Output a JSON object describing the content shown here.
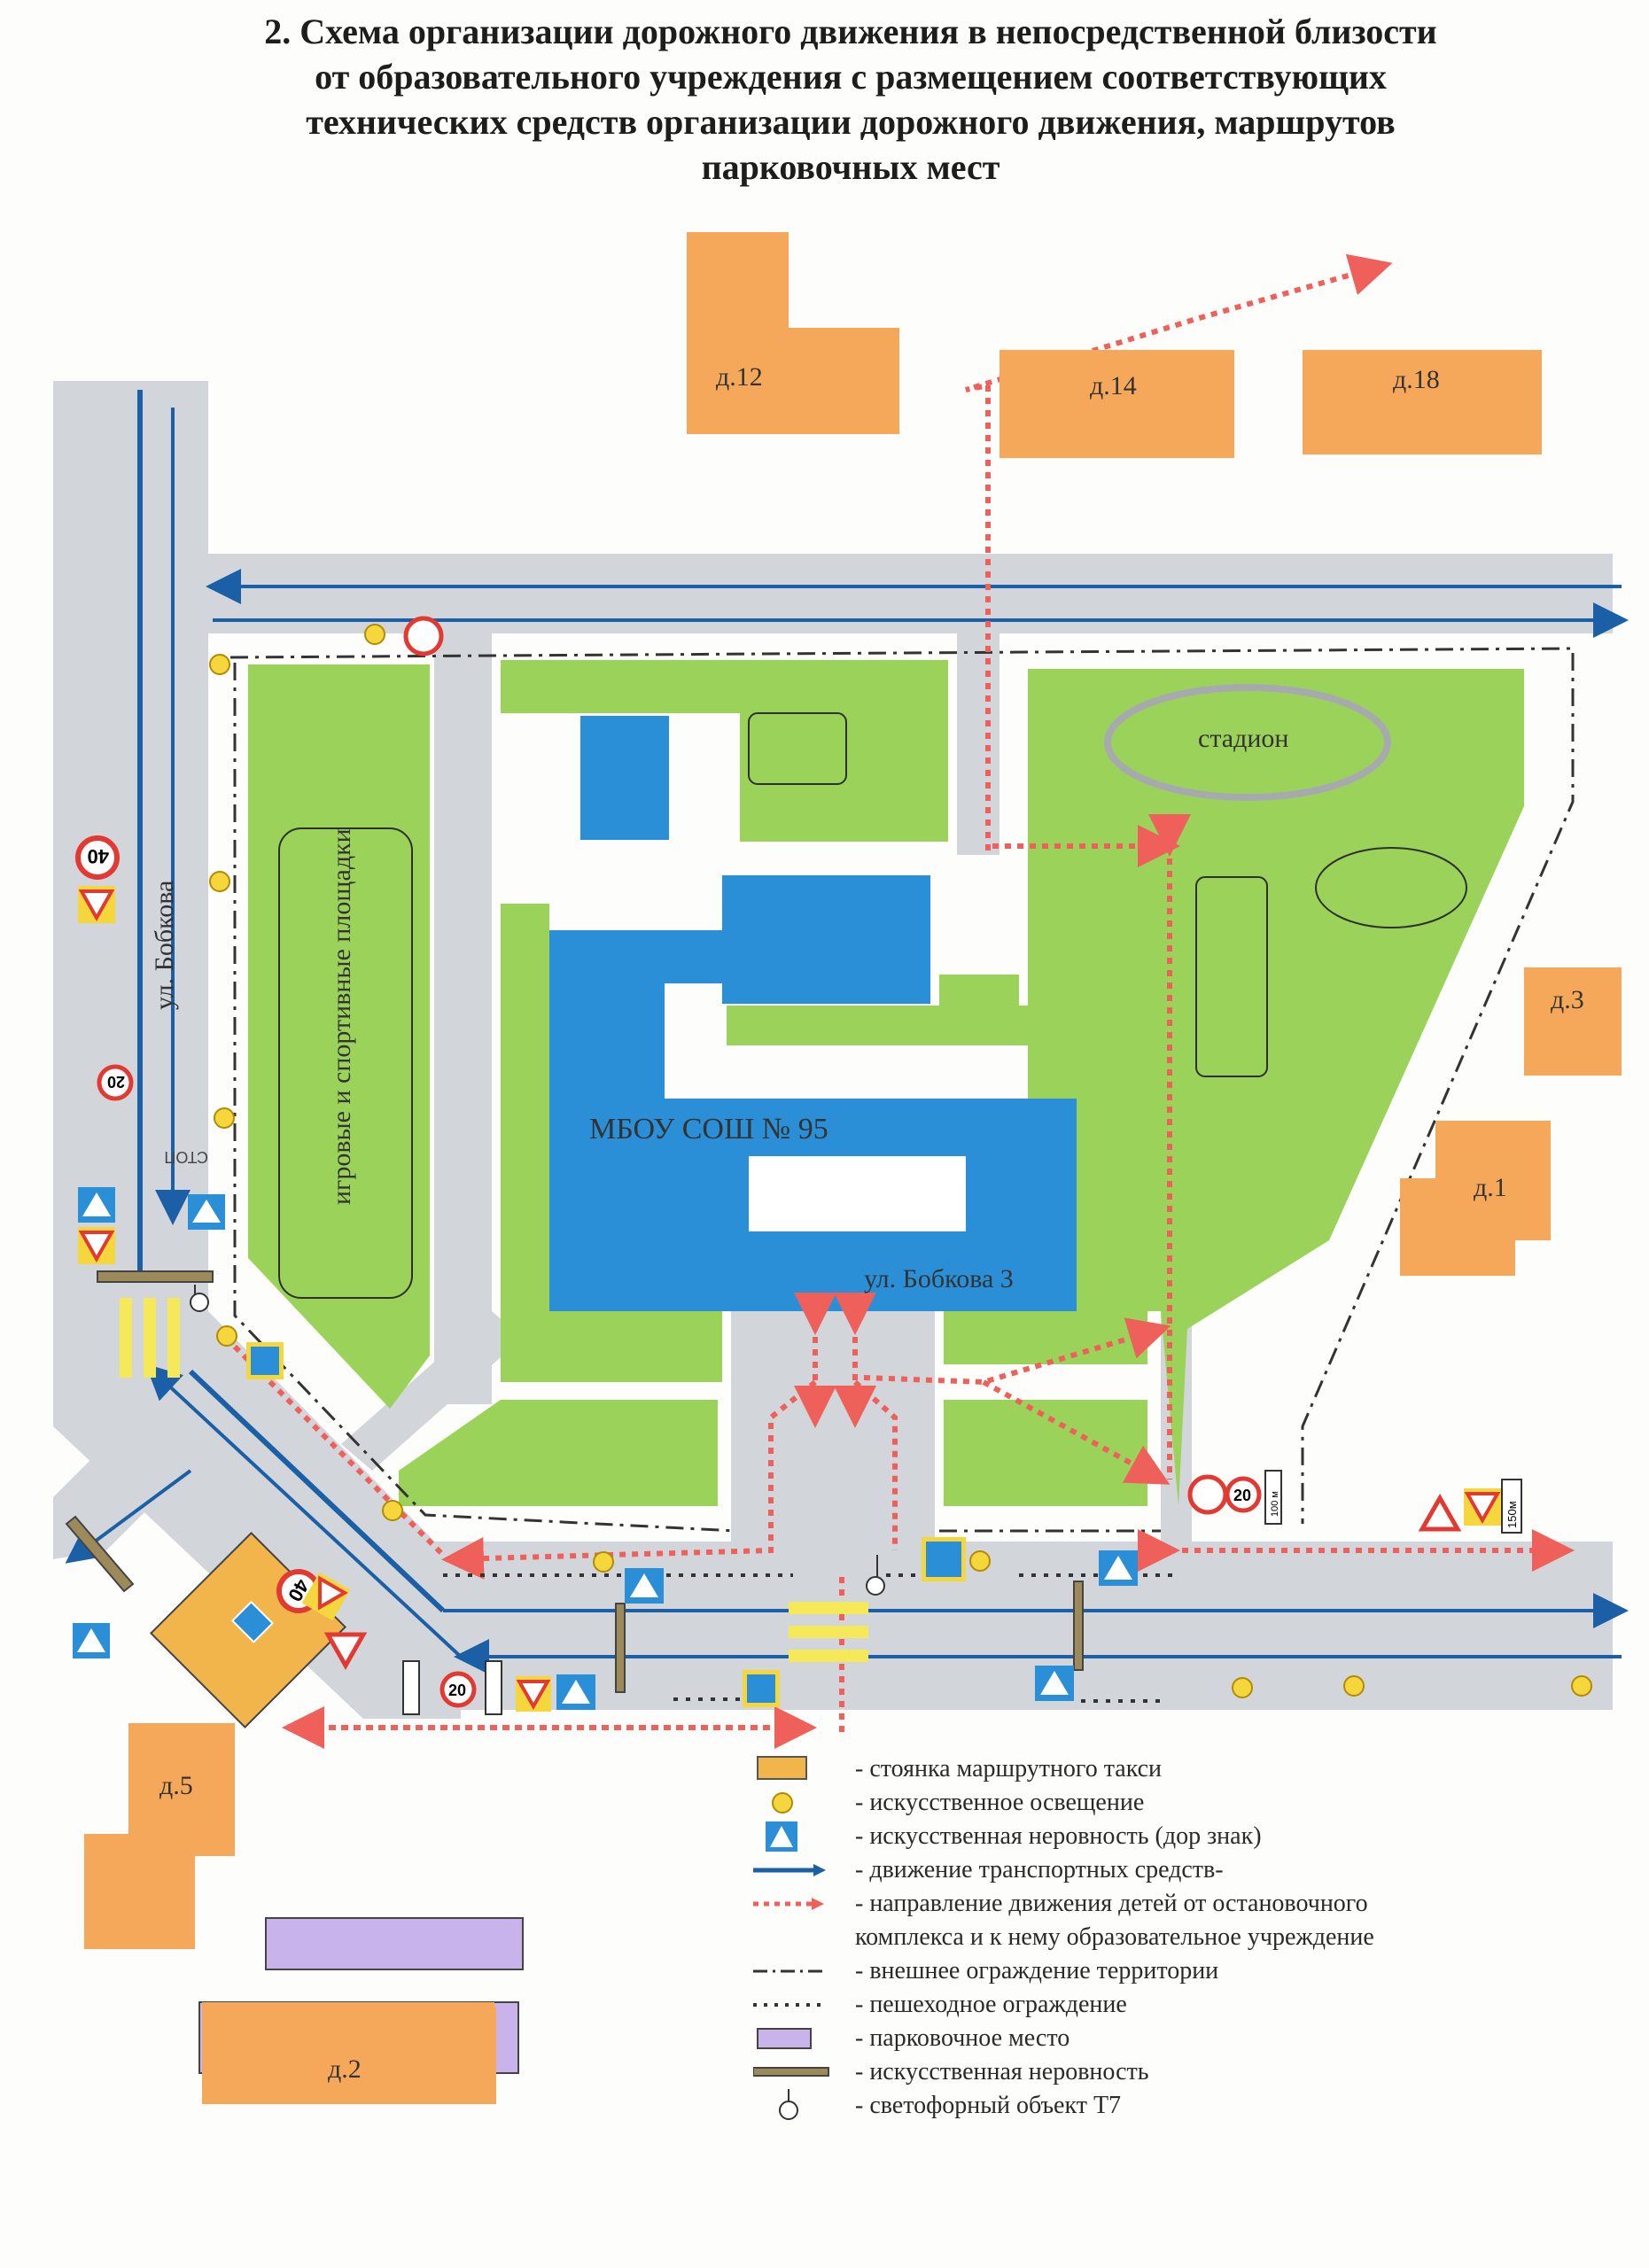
{
  "title": {
    "line1": "2. Схема организации дорожного движения в непосредственной близости",
    "line2": "от образовательного учреждения с размещением соответствующих",
    "line3": "технических средств организации дорожного движения, маршрутов",
    "line4": "парковочных мест"
  },
  "map": {
    "buildings": {
      "d12": "д.12",
      "d14": "д.14",
      "d18": "д.18",
      "d3": "д.3",
      "d1": "д.1",
      "d5": "д.5",
      "d2": "д.2"
    },
    "street_vertical": "ул. Бобкова",
    "playgrounds": "игровые и спортивные площадки",
    "stadium": "стадион",
    "school": "МБОУ СОШ № 95",
    "school_address": "ул. Бобкова 3",
    "signs": {
      "speed_40": "40",
      "speed_20": "20",
      "stop": "СТОП",
      "distance_100": "100 м",
      "distance_150": "150м"
    }
  },
  "colors": {
    "building": "#f6a85a",
    "green": "#9bd35a",
    "school": "#2a8fd6",
    "road": "#d2d6da",
    "traffic_arrow": "#1b5fa6",
    "children_route": "#f0605a",
    "parking": "#c8b3ea",
    "taxi": "#f2b54b",
    "light": "#f5d63c"
  },
  "legend": {
    "items": [
      {
        "icon": "taxi-stop",
        "text": "- стоянка маршрутного такси"
      },
      {
        "icon": "street-light",
        "text": "- искусственное освещение"
      },
      {
        "icon": "speed-bump-sign",
        "text": "- искусственная неровность (дор знак)"
      },
      {
        "icon": "traffic-arrow",
        "text": "- движение транспортных средств-"
      },
      {
        "icon": "children-route-arrow",
        "text": "- направление движения детей от остановочного",
        "text2": "комплекса и к нему образовательное учреждение"
      },
      {
        "icon": "outer-fence",
        "text": "- внешнее ограждение территории"
      },
      {
        "icon": "pedestrian-fence",
        "text": "- пешеходное ограждение"
      },
      {
        "icon": "parking-place",
        "text": "- парковочное место"
      },
      {
        "icon": "speed-bump",
        "text": "- искусственная неровность"
      },
      {
        "icon": "traffic-light",
        "text": "- светофорный объект Т7"
      }
    ]
  }
}
